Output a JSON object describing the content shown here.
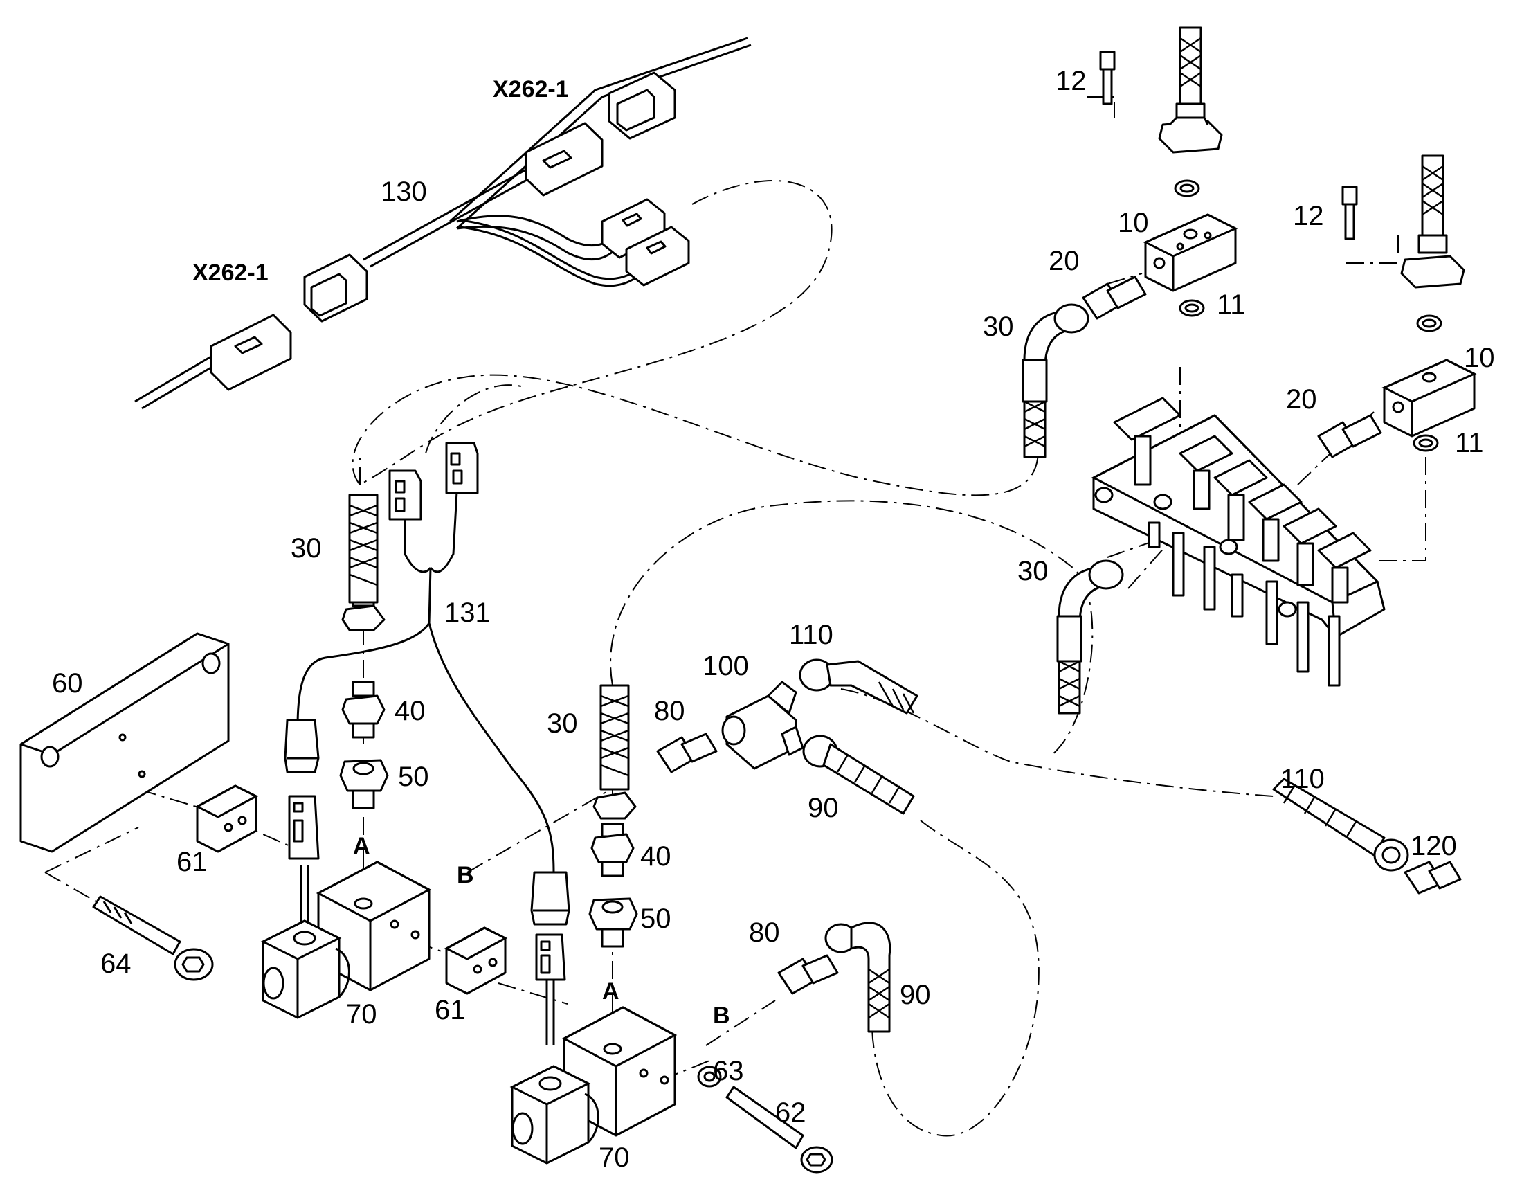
{
  "labels": {
    "connector_top": "X262-1",
    "connector_left": "X262-1",
    "harness_130": "130",
    "harness_131": "131",
    "p10a": "10",
    "p10b": "10",
    "p11a": "11",
    "p11b": "11",
    "p12a": "12",
    "p12b": "12",
    "p20a": "20",
    "p20b": "20",
    "p30a": "30",
    "p30b": "30",
    "p30c": "30",
    "p30d": "30",
    "p40a": "40",
    "p40b": "40",
    "p50a": "50",
    "p50b": "50",
    "p60": "60",
    "p61a": "61",
    "p61b": "61",
    "p62": "62",
    "p63": "63",
    "p64": "64",
    "p70a": "70",
    "p70b": "70",
    "p80a": "80",
    "p80b": "80",
    "p90a": "90",
    "p90b": "90",
    "p100": "100",
    "p110a": "110",
    "p110b": "110",
    "p120": "120",
    "portA1": "A",
    "portA2": "A",
    "portB1": "B",
    "portB2": "B"
  }
}
